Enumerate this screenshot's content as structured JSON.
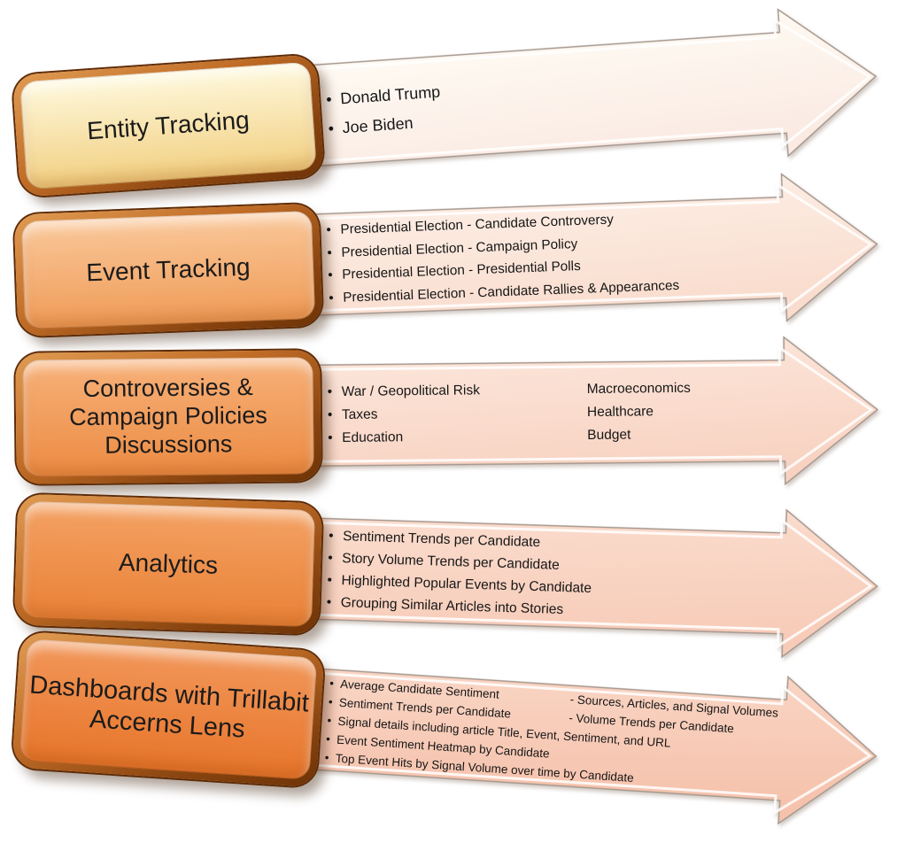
{
  "diagram": {
    "bullet_glyph": "•",
    "background": "#ffffff",
    "rows": [
      {
        "id": "entity-tracking",
        "box_label": "Entity Tracking",
        "box_fill_top": "#FEF9DE",
        "box_fill_bottom": "#F2CF80",
        "arrow_fill_top": "#FFFDF6",
        "arrow_fill_bottom": "#FAEAE2",
        "lines": [
          {
            "text": "Donald Trump"
          },
          {
            "text": "Joe Biden"
          }
        ]
      },
      {
        "id": "event-tracking",
        "box_label": "Event Tracking",
        "box_fill_top": "#FAC89B",
        "box_fill_bottom": "#EF9B56",
        "arrow_fill_top": "#FDF0E8",
        "arrow_fill_bottom": "#F9DCCD",
        "lines": [
          {
            "text": "Presidential Election - Candidate Controversy"
          },
          {
            "text": "Presidential Election - Campaign Policy"
          },
          {
            "text": "Presidential Election - Presidential Polls"
          },
          {
            "text": "Presidential Election - Candidate Rallies & Appearances"
          }
        ]
      },
      {
        "id": "controversies-campaign-policies",
        "box_label": "Controversies & Campaign Policies Discussions",
        "box_fill_top": "#F7B179",
        "box_fill_bottom": "#EC8B43",
        "arrow_fill_top": "#FCE8DD",
        "arrow_fill_bottom": "#F8D2C1",
        "lines": [
          {
            "text": "War / Geopolitical Risk",
            "text2": "Macroeconomics"
          },
          {
            "text": "Taxes",
            "text2": "Healthcare"
          },
          {
            "text": "Education",
            "text2": "Budget"
          }
        ]
      },
      {
        "id": "analytics",
        "box_label": "Analytics",
        "box_fill_top": "#F4A264",
        "box_fill_bottom": "#E98136",
        "arrow_fill_top": "#FBDFD1",
        "arrow_fill_bottom": "#F7CBB8",
        "lines": [
          {
            "text": "Sentiment Trends per Candidate"
          },
          {
            "text": "Story Volume Trends per Candidate"
          },
          {
            "text": "Highlighted Popular Events by Candidate"
          },
          {
            "text": "Grouping Similar Articles into Stories"
          }
        ]
      },
      {
        "id": "dashboards-trillabit-accerns-lens",
        "box_label": "Dashboards with Trillabit Accerns Lens",
        "box_fill_top": "#F2975A",
        "box_fill_bottom": "#E7752A",
        "arrow_fill_top": "#FAD8C8",
        "arrow_fill_bottom": "#F5C2AC",
        "lines": [
          {
            "text": "Average Candidate Sentiment",
            "text2": "- Sources, Articles, and Signal Volumes"
          },
          {
            "text": "Sentiment Trends per Candidate",
            "text2": "- Volume Trends per Candidate"
          },
          {
            "text": "Signal details including article Title, Event, Sentiment, and URL"
          },
          {
            "text": "Event Sentiment Heatmap by Candidate"
          },
          {
            "text": "Top Event Hits by Signal Volume over time by Candidate"
          }
        ]
      }
    ]
  }
}
